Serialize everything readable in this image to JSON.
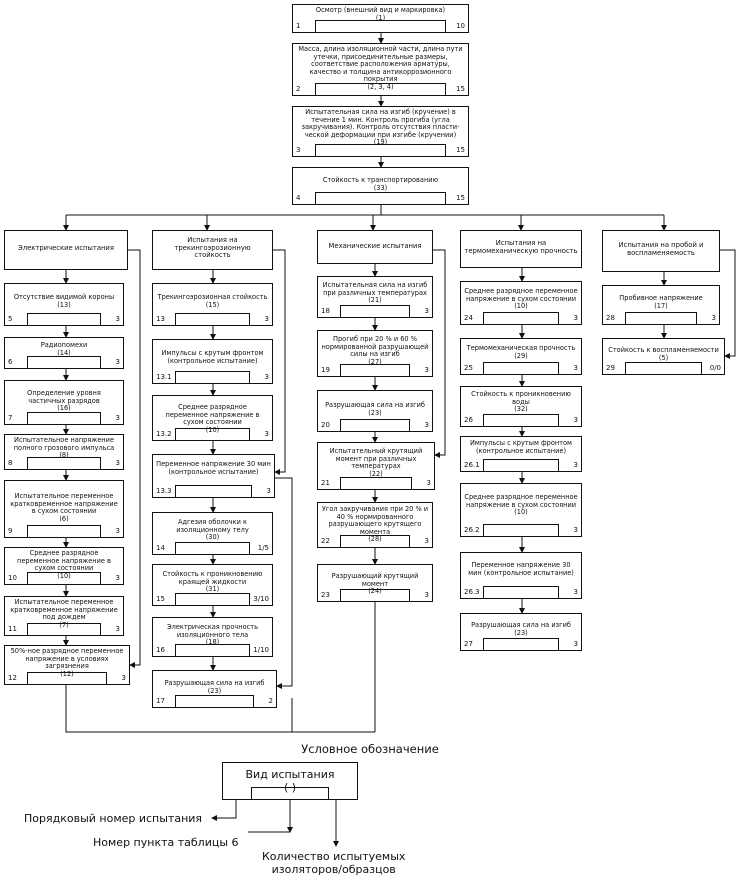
{
  "top": [
    {
      "id": "inspection",
      "label": "Осмотр (внешний вид и маркировка)\n(1)",
      "num": "1",
      "qty": "10"
    },
    {
      "id": "mass",
      "label": "Масса, длина изоляционной части, длина пути утечки, присоединительные размеры, соответствие расположения арматуры, качество и толщина антикоррозионного покрытия\n(2, 3, 4)",
      "num": "2",
      "qty": "15"
    },
    {
      "id": "bend",
      "label": "Испытательная сила на изгиб (кручение) в течение 1 мин. Контроль прогиба (угла закручивания). Контроль отсутствия пласти-ческой деформации при изгибе (кручении)\n(19)",
      "num": "3",
      "qty": "15"
    },
    {
      "id": "transport",
      "label": "Стойкость к транспортированию\n(33)",
      "num": "4",
      "qty": "15"
    }
  ],
  "columns": [
    {
      "header": "Электрические испытания",
      "items": [
        {
          "label": "Отсутствие видимой короны\n(13)",
          "num": "5",
          "qty": "3"
        },
        {
          "label": "Радиопомехи\n(14)",
          "num": "6",
          "qty": "3"
        },
        {
          "label": "Определение уровня частичных разрядов\n(16)",
          "num": "7",
          "qty": "3"
        },
        {
          "label": "Испытательное напряжение полного грозового импульса\n(8)",
          "num": "8",
          "qty": "3"
        },
        {
          "label": "Испытательное переменное кратковременное напряжение в сухом состоянии\n(6)",
          "num": "9",
          "qty": "3"
        },
        {
          "label": "Среднее разрядное переменное напряжение в сухом состоянии\n(10)",
          "num": "10",
          "qty": "3"
        },
        {
          "label": "Испытательное переменное кратковременное напряжение под дождем\n(7)",
          "num": "11",
          "qty": "3"
        },
        {
          "label": "50%-ное разрядное переменное напряжение в условиях загрязнения\n(12)",
          "num": "12",
          "qty": "3"
        }
      ]
    },
    {
      "header": "Испытания на трекингоэрозионную стойкость",
      "items": [
        {
          "label": "Трекингоэрозионная стойкость\n(15)",
          "num": "13",
          "qty": "3"
        },
        {
          "label": "Импульсы с крутым фронтом (контрольное испытание)",
          "num": "13.1",
          "qty": "3"
        },
        {
          "label": "Среднее разрядное переменное напряжение в сухом состоянии\n(10)",
          "num": "13.2",
          "qty": "3"
        },
        {
          "label": "Переменное напряжение 30 мин (контрольное испытание)",
          "num": "13.3",
          "qty": "3"
        },
        {
          "label": "Адгезия оболочки к изоляционному телу\n(30)",
          "num": "14",
          "qty": "1/5"
        },
        {
          "label": "Стойкость к проникновению краящей жидкости\n(31)",
          "num": "15",
          "qty": "3/10"
        },
        {
          "label": "Электрическая прочность изоляционного тела\n(18)",
          "num": "16",
          "qty": "1/10"
        },
        {
          "label": "Разрушающая сила на изгиб\n(23)",
          "num": "17",
          "qty": "2"
        }
      ]
    },
    {
      "header": "Механические испытания",
      "items": [
        {
          "label": "Испытательная сила на изгиб при различных температурах\n(21)",
          "num": "18",
          "qty": "3"
        },
        {
          "label": "Прогиб при 20 % и 60 % нормированной разрушающей силы на изгиб\n(27)",
          "num": "19",
          "qty": "3"
        },
        {
          "label": "Разрушающая сила на изгиб\n(23)",
          "num": "20",
          "qty": "3"
        },
        {
          "label": "Испытательный крутящий момент при различных температурах\n(22)",
          "num": "21",
          "qty": "3"
        },
        {
          "label": "Угол закручивания при 20 % и 40 % нормированного разрушающего крутящего момента\n(28)",
          "num": "22",
          "qty": "3"
        },
        {
          "label": "Разрушающий крутящий момент\n(24)",
          "num": "23",
          "qty": "3"
        }
      ]
    },
    {
      "header": "Испытания на термомеханическую прочность",
      "items": [
        {
          "label": "Среднее разрядное переменное напряжение в сухом состоянии\n(10)",
          "num": "24",
          "qty": "3"
        },
        {
          "label": "Термомеханическая прочность\n(29)",
          "num": "25",
          "qty": "3"
        },
        {
          "label": "Стойкость к проникновению воды\n(32)",
          "num": "26",
          "qty": "3"
        },
        {
          "label": "Импульсы с крутым фронтом (контрольное испытание)",
          "num": "26.1",
          "qty": "3"
        },
        {
          "label": "Среднее разрядное переменное напряжение в сухом состоянии\n(10)",
          "num": "26.2",
          "qty": "3"
        },
        {
          "label": "Переменное напряжение 30 мин (контрольное испытание)",
          "num": "26.3",
          "qty": "3"
        },
        {
          "label": "Разрушающая сила на изгиб\n(23)",
          "num": "27",
          "qty": "3"
        }
      ]
    },
    {
      "header": "Испытания на пробой и воспламеняемость",
      "items": [
        {
          "label": "Пробивное напряжение\n(17)",
          "num": "28",
          "qty": "3"
        },
        {
          "label": "Стойкость к воспламеняемости\n(5)",
          "num": "29",
          "qty": "0/0"
        }
      ]
    }
  ],
  "legend": {
    "title": "Условное обозначение",
    "box_label": "Вид испытания\n( )",
    "left_label": "Порядковый номер испытания",
    "mid_label": "Номер пункта таблицы 6",
    "right_label": "Количество испытуемых\nизоляторов/образцов"
  }
}
